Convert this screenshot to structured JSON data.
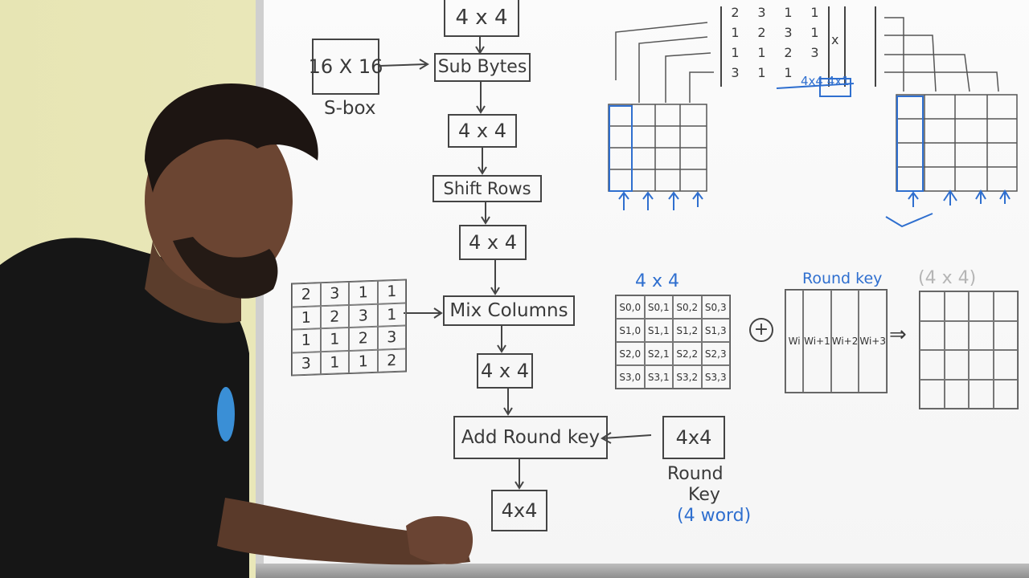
{
  "flow": {
    "top_box": "4 x 4",
    "sbox_box": "16 X 16",
    "sbox_label": "S-box",
    "sub_bytes": "Sub Bytes",
    "after_sub": "4 x 4",
    "shift_rows": "Shift Rows",
    "after_shift": "4 x 4",
    "mix_columns": "Mix Columns",
    "after_mix": "4 x 4",
    "add_round_key": "Add Round key",
    "round_key_box": "4x4",
    "round_key_label_1": "Round",
    "round_key_label_2": "Key",
    "round_key_words": "(4 word)",
    "output_box": "4x4"
  },
  "mix_matrix": [
    [
      "2",
      "3",
      "1",
      "1"
    ],
    [
      "1",
      "2",
      "3",
      "1"
    ],
    [
      "1",
      "1",
      "2",
      "3"
    ],
    [
      "3",
      "1",
      "1",
      "2"
    ]
  ],
  "top_matrix": [
    [
      "2",
      "3",
      "1",
      "1"
    ],
    [
      "1",
      "2",
      "3",
      "1"
    ],
    [
      "1",
      "1",
      "2",
      "3"
    ],
    [
      "3",
      "1",
      "1",
      ""
    ]
  ],
  "top_matrix_x": "x",
  "top_dims": "4x4  4x1",
  "state_title": "4 x 4",
  "state_cells": [
    [
      "S0,0",
      "S0,1",
      "S0,2",
      "S0,3"
    ],
    [
      "S1,0",
      "S1,1",
      "S1,2",
      "S1,3"
    ],
    [
      "S2,0",
      "S2,1",
      "S2,2",
      "S2,3"
    ],
    [
      "S3,0",
      "S3,1",
      "S3,2",
      "S3,3"
    ]
  ],
  "plus": "+",
  "round_key_title": "Round key",
  "words": [
    "Wi",
    "Wi+1",
    "Wi+2",
    "Wi+3"
  ],
  "implies": "⇒",
  "result_title": "(4 x 4)",
  "colors": {
    "ink": "#3a3a3a",
    "marker_blue": "#2f6fcf",
    "board": "#f7f7f7",
    "wall": "#e9e6b9",
    "shirt": "#141414"
  }
}
